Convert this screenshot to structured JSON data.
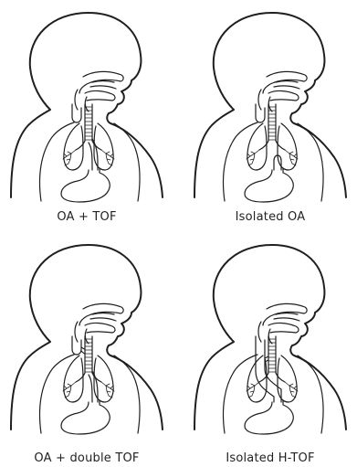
{
  "panels": [
    {
      "label": "OA + TOF",
      "type": "oa-tof"
    },
    {
      "label": "Isolated OA",
      "type": "isolated-oa"
    },
    {
      "label": "OA + double TOF",
      "type": "oa-double-tof"
    },
    {
      "label": "Isolated H-TOF",
      "type": "isolated-h-tof"
    }
  ]
}
